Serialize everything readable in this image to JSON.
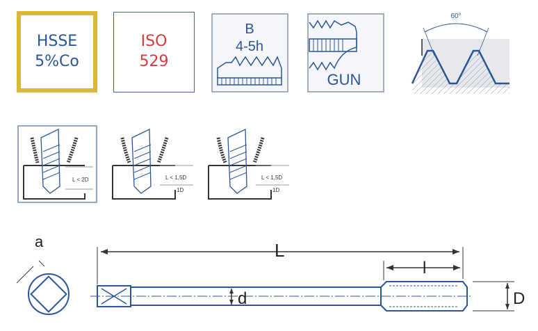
{
  "material": {
    "line1": "HSSE",
    "line2": "5%Co"
  },
  "standard": {
    "line1": "ISO",
    "line2": "529"
  },
  "tolerance": {
    "class": "B",
    "fit": "4-5h"
  },
  "tap_type": {
    "label": "GUN"
  },
  "thread_angle": {
    "label": "60°"
  },
  "hole_depth": [
    {
      "limit": "L < 2D",
      "depth": ""
    },
    {
      "limit": "L < 1,5D",
      "depth": "1D"
    },
    {
      "limit": "L < 1,5D",
      "depth": "1D"
    }
  ],
  "dimensions": {
    "square": "a",
    "length": "L",
    "thread_length": "l",
    "shank_diameter": "d",
    "diameter": "D"
  },
  "colors": {
    "blue": "#2b5596",
    "gold": "#dab63c",
    "red": "#d33c3a",
    "gray": "#8a94a6"
  }
}
